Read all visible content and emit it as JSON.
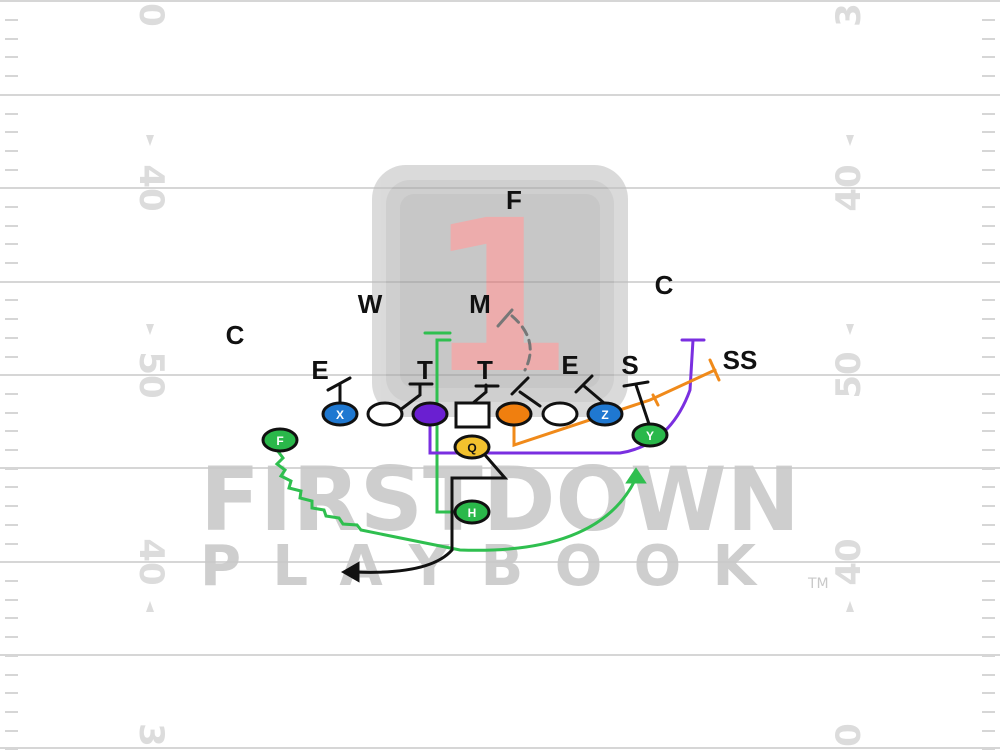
{
  "yard_numbers": {
    "left": [
      "0",
      "40",
      "50",
      "40",
      "3"
    ],
    "right": [
      "3",
      "40",
      "50",
      "40",
      "0"
    ]
  },
  "watermark": {
    "logo_digit": "1",
    "brand_line1": "FIRSTDOWN",
    "brand_line2": "PLAYBOOK",
    "trademark": "TM"
  },
  "defense": {
    "F": "F",
    "C_left": "C",
    "W": "W",
    "M": "M",
    "C_right": "C",
    "E_left": "E",
    "T_left": "T",
    "T_right": "T",
    "E_right": "E",
    "S": "S",
    "SS": "SS"
  },
  "offense": {
    "X": "X",
    "Z": "Z",
    "Y": "Y",
    "F": "F",
    "Q": "Q",
    "H": "H"
  },
  "colors": {
    "X": "#1f78d1",
    "Z": "#1f78d1",
    "Y": "#2ab84a",
    "F": "#2ab84a",
    "H": "#2ab84a",
    "Q": "#f2c12e",
    "left_guard": "#6a1fd1",
    "right_guard": "#f07f0f",
    "route_green": "#2fbf4f",
    "route_purple": "#7a2fe0",
    "route_orange": "#f08a1a",
    "route_black": "#111111",
    "route_gray": "#777777"
  }
}
